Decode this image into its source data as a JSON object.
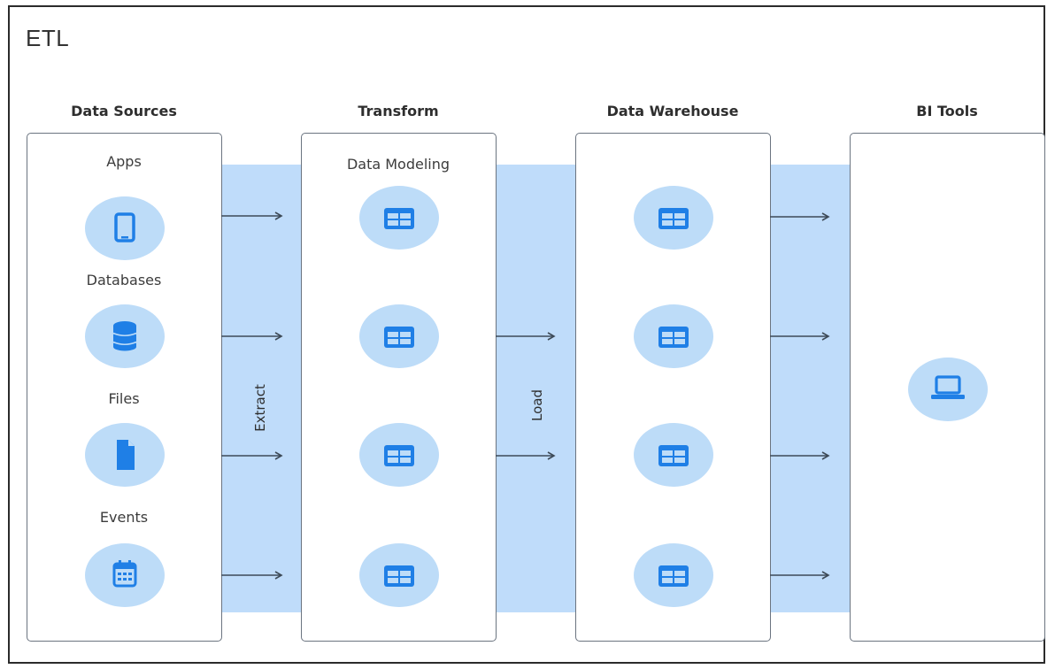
{
  "title": "ETL",
  "columns": {
    "sources": "Data Sources",
    "transform": "Transform",
    "warehouse": "Data Warehouse",
    "bi": "BI Tools"
  },
  "sources": {
    "apps": "Apps",
    "databases": "Databases",
    "files": "Files",
    "events": "Events"
  },
  "transform_sub": "Data Modeling",
  "connectors": {
    "extract": "Extract",
    "load": "Load"
  },
  "colors": {
    "band": "#bfdcfa",
    "icon_bg": "#bddcf8",
    "icon_fg": "#1f7fe6",
    "border": "#6b7480"
  },
  "icons": {
    "apps": "mobile-phone-icon",
    "databases": "database-icon",
    "files": "file-icon",
    "events": "calendar-icon",
    "table": "table-icon",
    "bi": "laptop-icon"
  }
}
